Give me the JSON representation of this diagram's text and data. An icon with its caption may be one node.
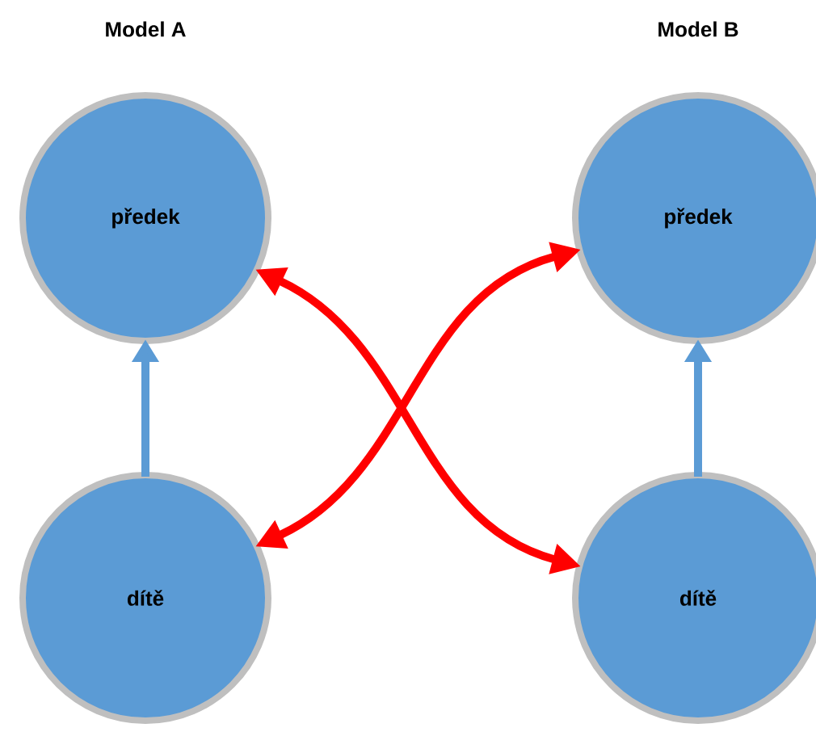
{
  "diagram": {
    "nodes": [
      {
        "text": [
          "předek"
        ]
      },
      {
        "text": [
          "dítě"
        ]
      },
      {
        "text": [
          "předek"
        ]
      },
      {
        "text": [
          "dítě"
        ]
      }
    ],
    "edges": [
      {
        "from": 1,
        "to": 0,
        "arrow": "to",
        "color": "#5b9bd5"
      },
      {
        "from": 3,
        "to": 2,
        "arrow": "to",
        "color": "#5b9bd5"
      },
      {
        "from": 0,
        "to": 3,
        "arrow": "both",
        "color": "#ff0000"
      },
      {
        "from": 1,
        "to": 2,
        "arrow": "both",
        "color": "#ff0000"
      }
    ],
    "labels": [
      "Model A",
      "Model B"
    ]
  }
}
